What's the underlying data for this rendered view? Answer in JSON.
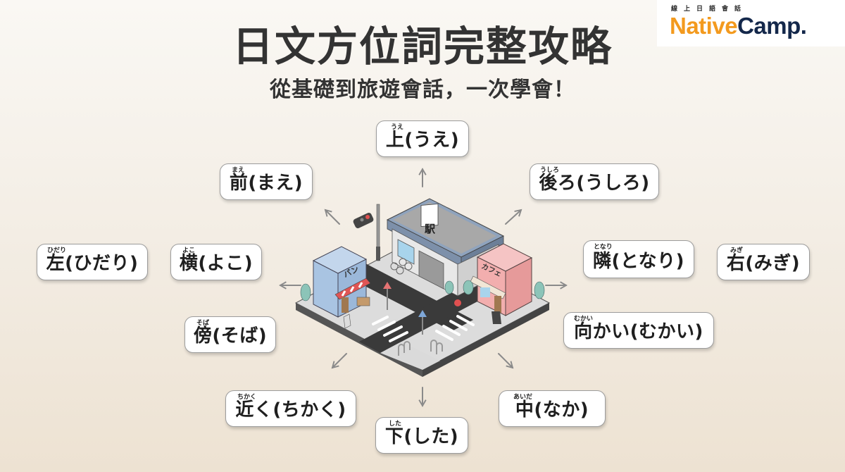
{
  "logo": {
    "subtitle": "線上日語會話",
    "brand_part1": "Native",
    "brand_part2": "Camp.",
    "colors": {
      "native": "#f39a1e",
      "camp": "#14284b"
    }
  },
  "header": {
    "title": "日文方位詞完整攻略",
    "subtitle": "從基礎到旅遊會話，一次學會！"
  },
  "terms": [
    {
      "id": "ue",
      "furigana": "うえ",
      "word": "上(うえ)"
    },
    {
      "id": "mae",
      "furigana": "まえ",
      "word": "前(まえ)"
    },
    {
      "id": "ushiro",
      "furigana": "うしろ",
      "word": "後ろ(うしろ)"
    },
    {
      "id": "hidari",
      "furigana": "ひだり",
      "word": "左(ひだり)"
    },
    {
      "id": "yoko",
      "furigana": "よこ",
      "word": "横(よこ)"
    },
    {
      "id": "tonari",
      "furigana": "となり",
      "word": "隣(となり)"
    },
    {
      "id": "migi",
      "furigana": "みぎ",
      "word": "右(みぎ)"
    },
    {
      "id": "soba",
      "furigana": "そば",
      "word": "傍(そば)"
    },
    {
      "id": "mukai",
      "furigana": "むかい",
      "word": "向かい(むかい)"
    },
    {
      "id": "chikaku",
      "furigana": "ちかく",
      "word": "近く(ちかく)"
    },
    {
      "id": "shita",
      "furigana": "した",
      "word": "下(した)"
    },
    {
      "id": "naka",
      "furigana": "あいだ",
      "word": "中(なか)"
    }
  ],
  "scene": {
    "station_sign": "駅",
    "bakery_sign": "パン",
    "cafe_sign": "カフェ",
    "colors": {
      "bakery": "#a9c4e2",
      "cafe": "#f2aeae",
      "station_roof": "#8fa3bd",
      "road": "#3a3a3a",
      "sidewalk": "#dcdcdc"
    }
  }
}
